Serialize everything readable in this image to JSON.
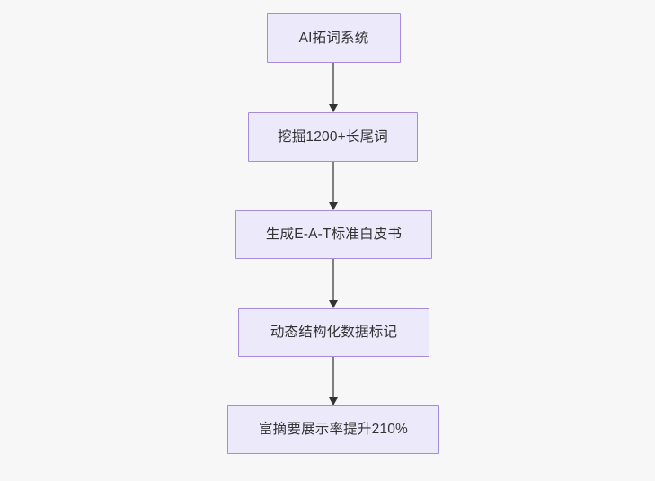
{
  "diagram": {
    "type": "flowchart",
    "direction": "top-to-bottom",
    "background_color": "#f7f7f7",
    "node_fill_color": "#ece9fb",
    "node_border_color": "#a78bdb",
    "node_text_color": "#333333",
    "edge_line_color": "#808080",
    "edge_arrow_color": "#333333",
    "nodes": [
      {
        "id": "n1",
        "label": "AI拓词系统"
      },
      {
        "id": "n2",
        "label": "挖掘1200+长尾词"
      },
      {
        "id": "n3",
        "label": "生成E-A-T标准白皮书"
      },
      {
        "id": "n4",
        "label": "动态结构化数据标记"
      },
      {
        "id": "n5",
        "label": "富摘要展示率提升210%"
      }
    ],
    "edges": [
      {
        "from": "n1",
        "to": "n2"
      },
      {
        "from": "n2",
        "to": "n3"
      },
      {
        "from": "n3",
        "to": "n4"
      },
      {
        "from": "n4",
        "to": "n5"
      }
    ]
  }
}
